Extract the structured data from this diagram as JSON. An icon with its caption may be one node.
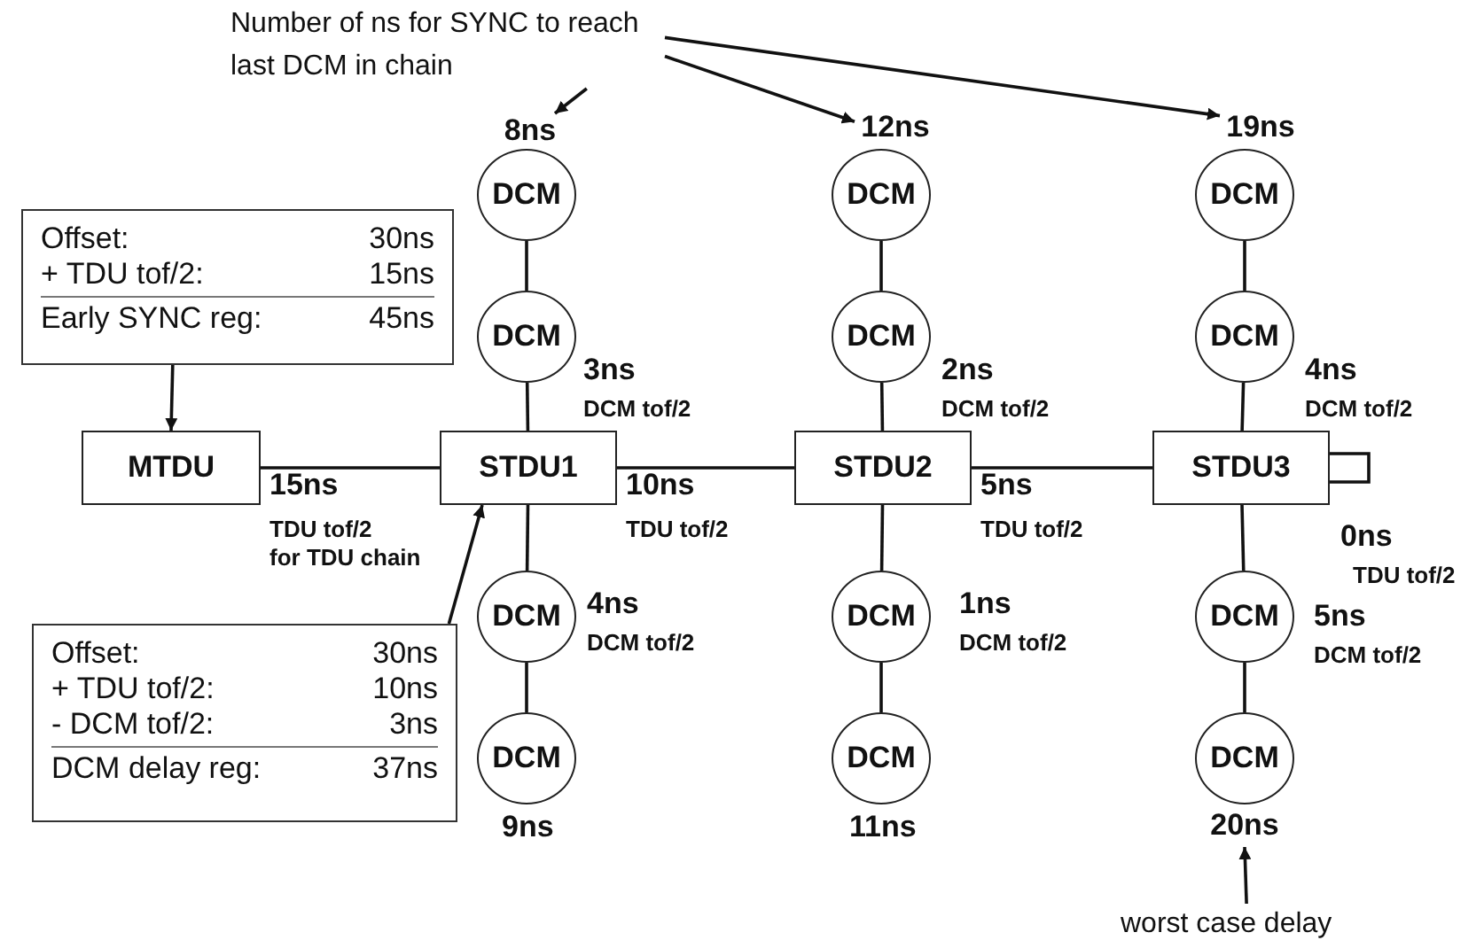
{
  "diagram": {
    "nodes": [
      {
        "text": [
          "Number of ns for SYNC to reach last DCM in chain"
        ]
      },
      {
        "text": [
          "8ns"
        ]
      },
      {
        "text": [
          "12ns"
        ]
      },
      {
        "text": [
          "19ns"
        ]
      },
      {
        "text": [
          "DCM"
        ]
      },
      {
        "text": [
          "DCM"
        ]
      },
      {
        "text": [
          "DCM"
        ]
      },
      {
        "text": [
          "Offset:",
          "30ns",
          "+ TDU tof/2:",
          "15ns",
          "Early SYNC reg:",
          "45ns"
        ]
      },
      {
        "text": [
          "DCM"
        ],
        "beside": [
          "3ns",
          "DCM tof/2"
        ]
      },
      {
        "text": [
          "DCM"
        ],
        "beside": [
          "2ns",
          "DCM tof/2"
        ]
      },
      {
        "text": [
          "DCM"
        ],
        "beside": [
          "4ns",
          "DCM tof/2"
        ]
      },
      {
        "text": [
          "MTDU"
        ],
        "beside": [
          "15ns",
          "TDU tof/2",
          "for TDU chain"
        ]
      },
      {
        "text": [
          "STDU1"
        ],
        "beside": [
          "10ns",
          "TDU tof/2"
        ]
      },
      {
        "text": [
          "STDU2"
        ],
        "beside": [
          "5ns",
          "TDU tof/2"
        ]
      },
      {
        "text": [
          "STDU3"
        ],
        "beside": [
          "0ns",
          "TDU tof/2"
        ]
      },
      {
        "text": [
          "Offset:",
          "30ns",
          "+ TDU tof/2:",
          "10ns",
          "- DCM tof/2:",
          "3ns",
          "DCM delay reg:",
          "37ns"
        ]
      },
      {
        "text": [
          "DCM"
        ],
        "beside": [
          "4ns",
          "DCM tof/2"
        ]
      },
      {
        "text": [
          "DCM"
        ],
        "beside": [
          "1ns",
          "DCM tof/2"
        ]
      },
      {
        "text": [
          "DCM"
        ],
        "beside": [
          "5ns",
          "DCM tof/2"
        ]
      },
      {
        "text": [
          "DCM"
        ],
        "beside": [
          "9ns"
        ]
      },
      {
        "text": [
          "DCM"
        ],
        "beside": [
          "11ns"
        ]
      },
      {
        "text": [
          "DCM"
        ]
      },
      {
        "text": [
          "20ns"
        ]
      },
      {
        "text": [
          "worst case delay"
        ]
      }
    ],
    "edges": [
      {
        "from": 0,
        "to": 1,
        "arrow": "to"
      },
      {
        "from": 0,
        "to": 2,
        "arrow": "to"
      },
      {
        "from": 0,
        "to": 3,
        "arrow": "to"
      },
      {
        "from": 4,
        "to": 8,
        "arrow": "none"
      },
      {
        "from": 5,
        "to": 9,
        "arrow": "none"
      },
      {
        "from": 6,
        "to": 10,
        "arrow": "none"
      },
      {
        "from": 8,
        "to": 12,
        "arrow": "none"
      },
      {
        "from": 9,
        "to": 13,
        "arrow": "none"
      },
      {
        "from": 10,
        "to": 14,
        "arrow": "none"
      },
      {
        "from": 7,
        "to": 11,
        "arrow": "to"
      },
      {
        "from": 11,
        "to": 12,
        "arrow": "none"
      },
      {
        "from": 12,
        "to": 13,
        "arrow": "none"
      },
      {
        "from": 13,
        "to": 14,
        "arrow": "none"
      },
      {
        "from": 15,
        "to": 12,
        "arrow": "to"
      },
      {
        "from": 12,
        "to": 16,
        "arrow": "none"
      },
      {
        "from": 13,
        "to": 17,
        "arrow": "none"
      },
      {
        "from": 14,
        "to": 18,
        "arrow": "none"
      },
      {
        "from": 16,
        "to": 19,
        "arrow": "none"
      },
      {
        "from": 17,
        "to": 20,
        "arrow": "none"
      },
      {
        "from": 18,
        "to": 21,
        "arrow": "none"
      },
      {
        "from": 23,
        "to": 22,
        "arrow": "to"
      }
    ]
  }
}
